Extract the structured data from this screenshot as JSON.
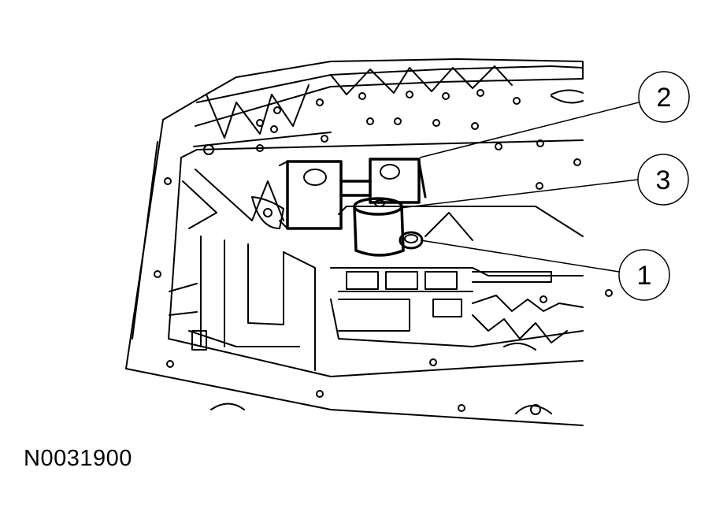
{
  "callouts": [
    {
      "label": "2"
    },
    {
      "label": "3"
    },
    {
      "label": "1"
    }
  ],
  "figure_id": "N0031900"
}
